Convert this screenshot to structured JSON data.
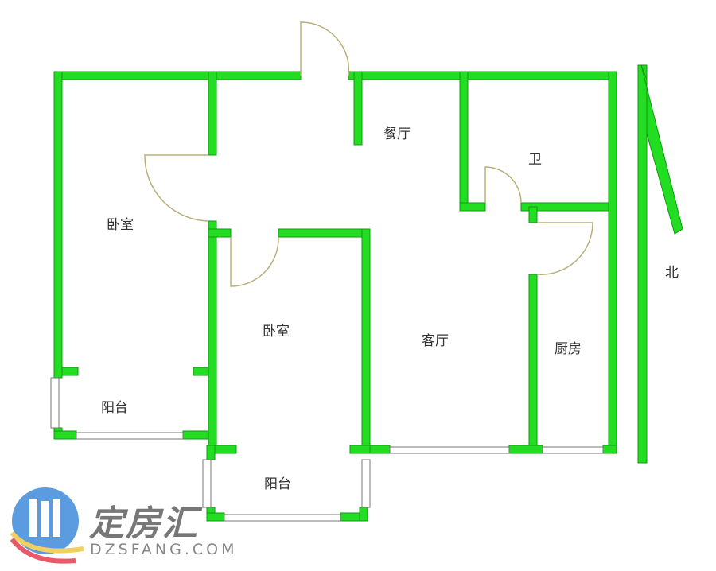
{
  "rooms": {
    "dining": "餐厅",
    "bath": "卫",
    "bedroom_left": "卧室",
    "bedroom_mid": "卧室",
    "living": "客厅",
    "kitchen": "厨房",
    "balcony_left": "阳台",
    "balcony_mid": "阳台"
  },
  "compass": {
    "north": "北"
  },
  "watermark": {
    "brand": "定房汇",
    "site": "DZSFANG.COM"
  },
  "colors": {
    "wall": "#22dd22",
    "door": "#b8b07a"
  }
}
